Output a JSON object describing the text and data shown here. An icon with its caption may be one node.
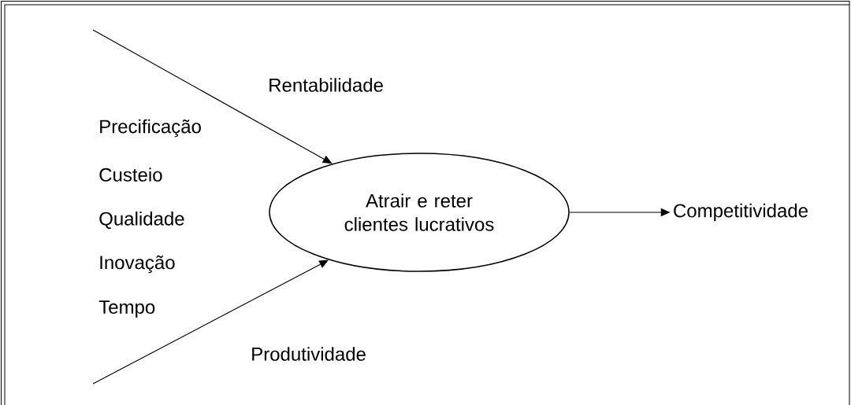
{
  "diagram": {
    "nodes": [
      {
        "text": [
          "Atrair e reter clientes lucrativos"
        ]
      },
      {
        "text": [
          "Competitividade"
        ]
      }
    ],
    "edges": [
      {
        "from": null,
        "to": 0,
        "arrow": "to"
      },
      {
        "from": null,
        "to": 0,
        "arrow": "to"
      },
      {
        "from": 0,
        "to": 1,
        "arrow": "to"
      }
    ],
    "labels": [
      "Rentabilidade",
      "Precificação",
      "Custeio",
      "Qualidade",
      "Inovação",
      "Tempo",
      "Produtividade"
    ]
  }
}
